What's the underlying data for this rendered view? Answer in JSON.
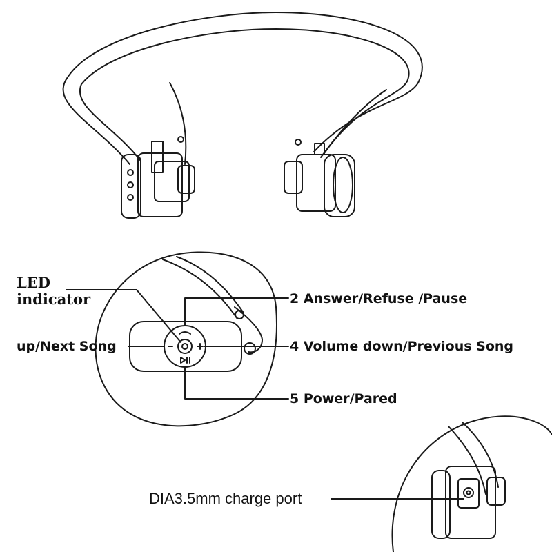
{
  "labels": {
    "led_line1": "LED",
    "led_line2": "indicator",
    "answer": "2 Answer/Refuse /Pause",
    "volume_up": "up/Next Song",
    "volume_down": "4 Volume down/Previous Song",
    "power": "5 Power/Pared",
    "charge_port": "DIA3.5mm charge port"
  },
  "button_icons": {
    "top": "phone-icon",
    "left": "minus-icon",
    "right": "plus-icon",
    "bottom": "play-pause-icon",
    "center": "led-icon"
  },
  "colors": {
    "line": "#1a1a1a",
    "background": "#ffffff"
  }
}
